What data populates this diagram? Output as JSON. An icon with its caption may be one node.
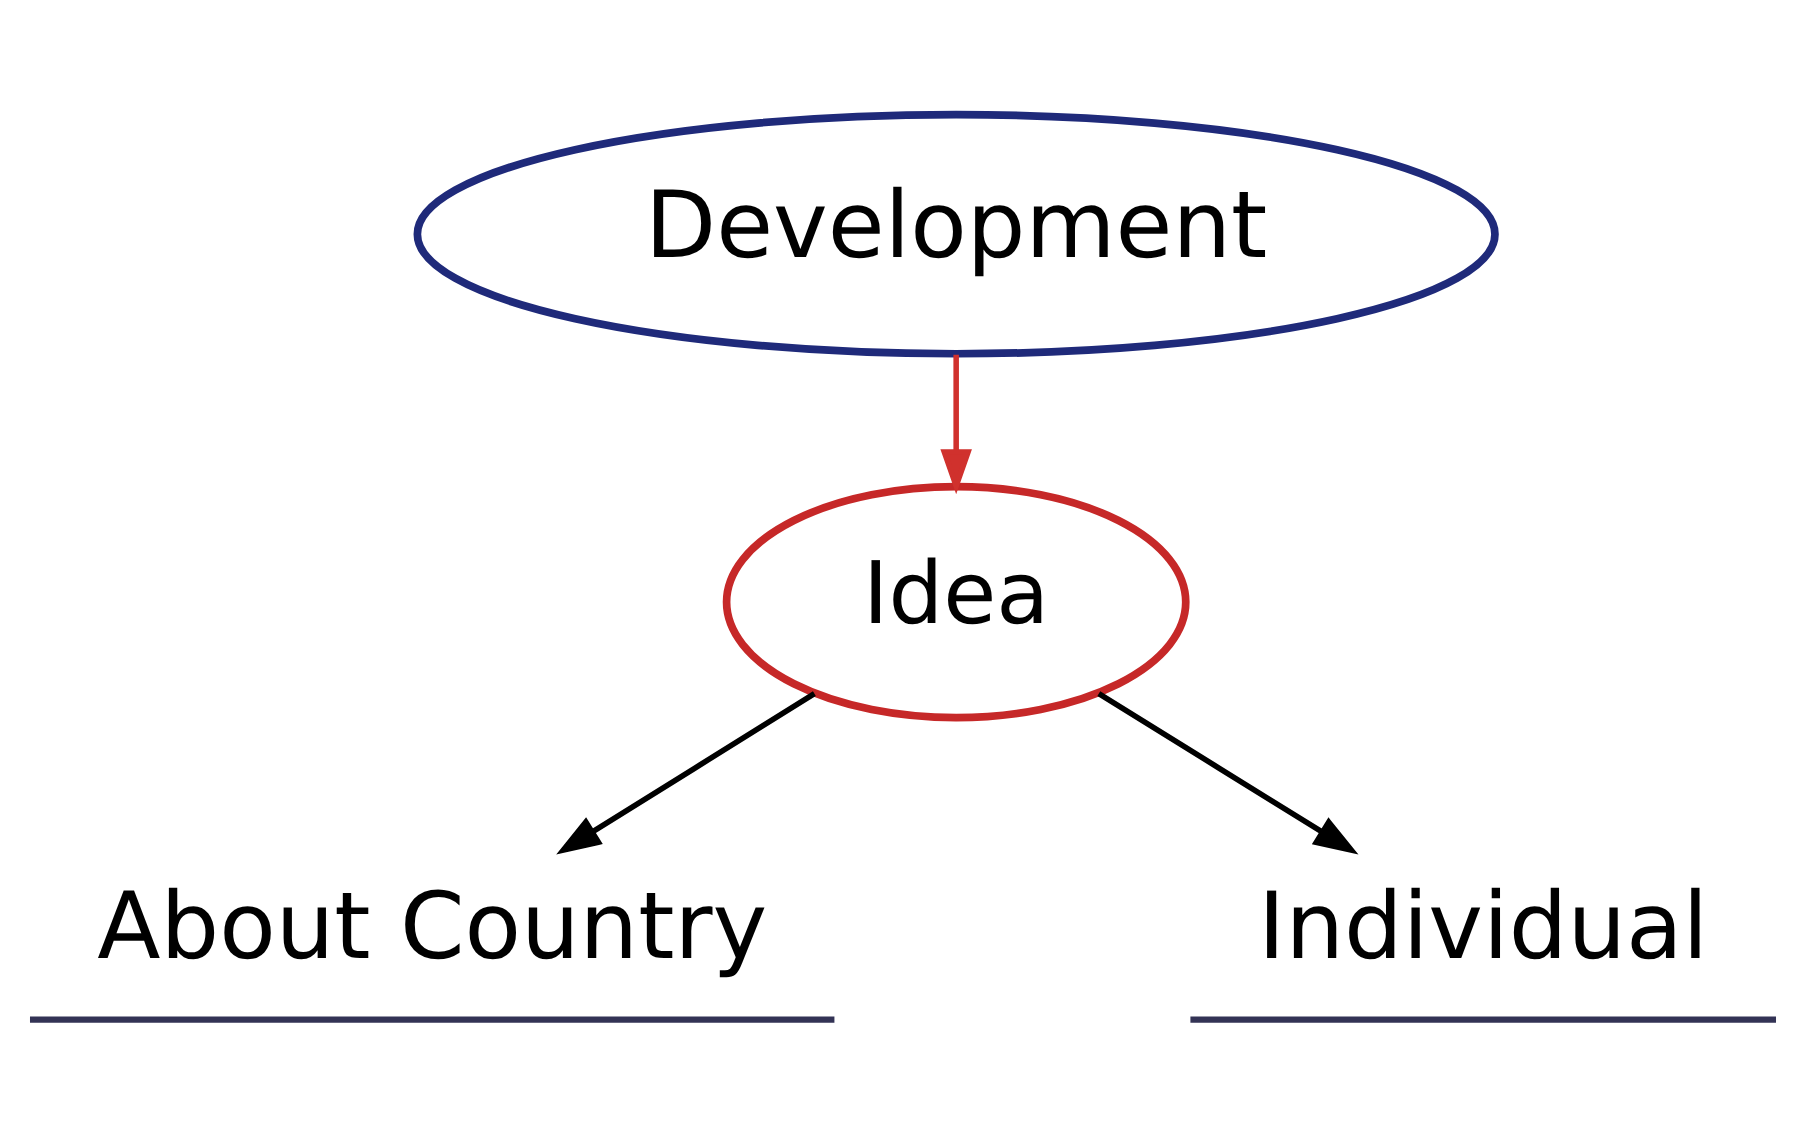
{
  "diagram": {
    "nodes": [
      {
        "text": [
          "Development"
        ]
      },
      {
        "text": [
          "Idea"
        ]
      },
      {
        "text": [
          "About Country"
        ]
      },
      {
        "text": [
          "Individual"
        ]
      }
    ],
    "edges": [
      {
        "from": 0,
        "to": 1,
        "arrow": "to",
        "color": "#d0312d"
      },
      {
        "from": 1,
        "to": 2,
        "arrow": "to"
      },
      {
        "from": 1,
        "to": 3,
        "arrow": "to"
      }
    ]
  }
}
